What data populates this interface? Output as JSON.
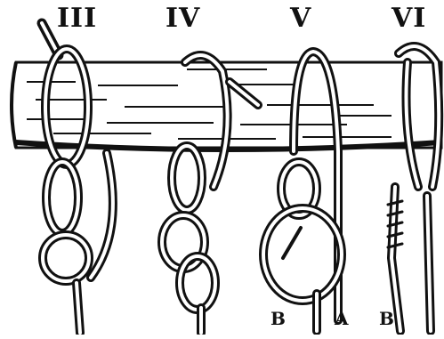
{
  "figure": {
    "illustration": "knot-tying steps on a horizontal pole",
    "ink_color": "#111111",
    "background_color": "#ffffff",
    "steps": [
      {
        "numeral": "III"
      },
      {
        "numeral": "IV"
      },
      {
        "numeral": "V",
        "rope_ends": [
          "B",
          "A"
        ]
      },
      {
        "numeral": "VI",
        "rope_ends": [
          "B"
        ]
      }
    ]
  }
}
